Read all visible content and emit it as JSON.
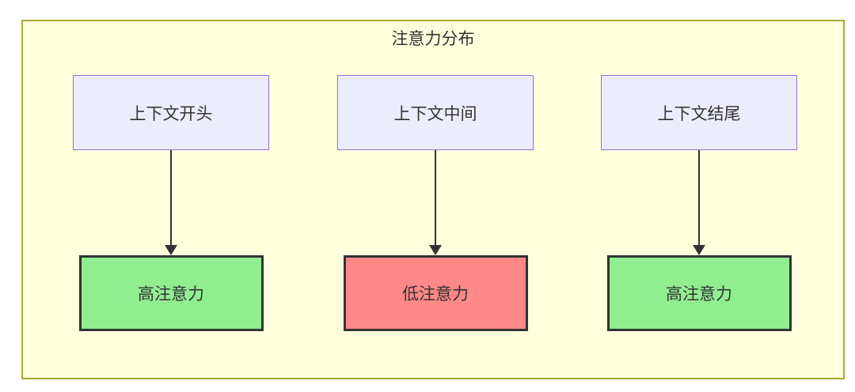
{
  "diagram": {
    "title": "注意力分布",
    "columns": [
      {
        "source": {
          "label": "上下文开头"
        },
        "target": {
          "label": "高注意力",
          "level": "high"
        }
      },
      {
        "source": {
          "label": "上下文中间"
        },
        "target": {
          "label": "低注意力",
          "level": "low"
        }
      },
      {
        "source": {
          "label": "上下文结尾"
        },
        "target": {
          "label": "高注意力",
          "level": "high"
        }
      }
    ],
    "colors": {
      "container_fill": "#FFFFDE",
      "container_border": "#AAAA33",
      "source_fill": "#ECECFF",
      "source_border": "#9370DB",
      "target_high_fill": "#90EE90",
      "target_low_fill": "#FF8888",
      "node_border": "#333333",
      "arrow": "#333333",
      "text": "#333333",
      "page_background": "#FFFFFF"
    }
  }
}
